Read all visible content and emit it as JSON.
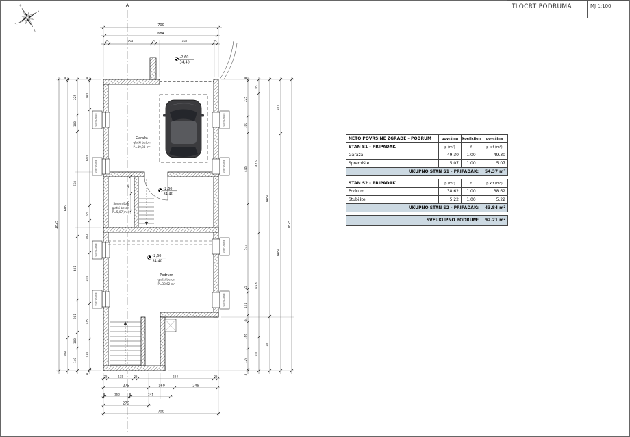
{
  "title_block": {
    "title": "TLOCRT PODRUMA",
    "scale": "MJ 1:100"
  },
  "compass": {
    "north": "S",
    "east": "I",
    "south": "J",
    "west": "Z"
  },
  "plan": {
    "axis_label": "A",
    "level_marker": {
      "relative": "-2,60",
      "absolute": "34,40"
    },
    "rooms": {
      "garage": {
        "name": "Garaža",
        "finish": "glatki beton",
        "area": "P=49,33 m²"
      },
      "storage": {
        "name": "Spremište",
        "finish": "glatki beton",
        "area": "P=5,07(m²)"
      },
      "basement": {
        "name": "Podrum",
        "finish": "glatki beton",
        "area": "P=38,62 m²"
      }
    },
    "lightwell_label": "SVJETLARNIK",
    "dims": {
      "top": {
        "total": "700",
        "sub": "684",
        "segments": [
          "25",
          "259",
          "25",
          "350",
          "25"
        ]
      },
      "bottom": {
        "row1": [
          "25",
          "135",
          "25",
          "224",
          "25"
        ],
        "row2": [
          "275",
          "160",
          "249"
        ],
        "row3": [
          "8",
          "152",
          "8",
          "241"
        ],
        "row4": "275",
        "total": "700"
      },
      "left": {
        "outer": "1825",
        "chain2": [
          "8",
          "1609",
          "208"
        ],
        "chain3": [
          "225",
          "100",
          "658",
          "401",
          "201",
          "100",
          "140"
        ],
        "chain4": [
          "8",
          "180",
          "600",
          "95",
          "203",
          "318",
          "225",
          "188",
          "8"
        ]
      },
      "right": {
        "outer": "1825",
        "chain2": [
          "341",
          "1484"
        ],
        "chain3": [
          "1484",
          "341"
        ],
        "chain4": [
          "85",
          "876",
          "653",
          "211"
        ],
        "chain5": [
          "8",
          "225",
          "100",
          "446",
          "533",
          "25",
          "141",
          "44",
          "166",
          "129",
          "8"
        ]
      },
      "inner": [
        "95",
        "105"
      ]
    }
  },
  "area_table": {
    "title": "NETO POVRŠINE ZGRADE - PODRUM",
    "header_cols": [
      "površina",
      "koeficijent",
      "površina"
    ],
    "sections": [
      {
        "name": "STAN S1 - PRIPADAK",
        "unit_cols": [
          "p (m²)",
          "f",
          "p x f (m²)"
        ],
        "rows": [
          [
            "Garaža",
            "49.30",
            "1.00",
            "49.30"
          ],
          [
            "Spremište",
            "5.07",
            "1.00",
            "5.07"
          ]
        ],
        "total_label": "UKUPNO STAN S1 - PRIPADAK:",
        "total_value": "54.37 m²"
      },
      {
        "name": "STAN S2 - PRIPADAK",
        "unit_cols": [
          "p (m²)",
          "f",
          "p x f (m²)"
        ],
        "rows": [
          [
            "Podrum",
            "38.62",
            "1.00",
            "38.62"
          ],
          [
            "Stubište",
            "5.22",
            "1.00",
            "5.22"
          ]
        ],
        "total_label": "UKUPNO STAN S2 - PRIPADAK:",
        "total_value": "43.84 m²"
      }
    ],
    "grand_total_label": "SVEUKUPNO PODRUM:",
    "grand_total_value": "92.21 m²"
  },
  "colors": {
    "total_row_bg": "#ccd9e2",
    "line": "#1a1a1a",
    "paper": "#ffffff"
  }
}
